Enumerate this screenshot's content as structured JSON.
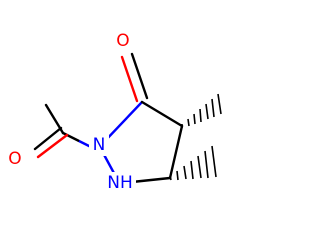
{
  "molecule": {
    "atoms": {
      "ketone_o": "O",
      "acetyl_o": "O",
      "n2": "N",
      "n1h": "NH"
    },
    "colors": {
      "bond": "#000000",
      "oxygen": "#ff0000",
      "nitrogen": "#0000ff"
    }
  }
}
